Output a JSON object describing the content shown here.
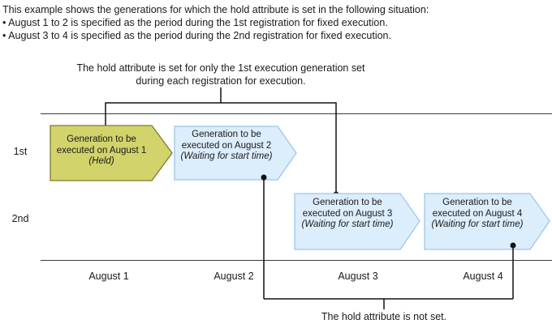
{
  "intro": {
    "line1": "This example shows the generations for which the hold attribute is set in the following situation:",
    "bullet1": "• August 1 to 2 is specified as the period during the 1st registration for fixed execution.",
    "bullet2": "• August 3 to 4 is specified as the period during the 2nd registration for fixed execution."
  },
  "top_callout": {
    "line1": "The hold attribute is set for only the 1st execution generation set",
    "line2": "during each registration for execution."
  },
  "bottom_callout": {
    "text": "The hold attribute is not set."
  },
  "row_labels": {
    "first": "1st",
    "second": "2nd"
  },
  "timeline_labels": [
    "August 1",
    "August 2",
    "August 3",
    "August 4"
  ],
  "generations": [
    {
      "row": "1st",
      "lines": [
        "Generation to be",
        "executed on August 1"
      ],
      "status": "(Held)",
      "held": true,
      "fill": "#d2d36b",
      "border": "#7b7c31"
    },
    {
      "row": "1st",
      "lines": [
        "Generation to be",
        "executed on August 2"
      ],
      "status": "(Waiting for start time)",
      "held": false,
      "fill": "#dcedfc",
      "border": "#9dc6e8"
    },
    {
      "row": "2nd",
      "lines": [
        "Generation to be",
        "executed on August 3"
      ],
      "status": "(Waiting for start time)",
      "held": false,
      "fill": "#dcedfc",
      "border": "#9dc6e8"
    },
    {
      "row": "2nd",
      "lines": [
        "Generation to be",
        "executed on August 4"
      ],
      "status": "(Waiting for start time)",
      "held": false,
      "fill": "#dcedfc",
      "border": "#9dc6e8"
    }
  ],
  "colors": {
    "held_fill": "#d2d36b",
    "held_border": "#7b7c31",
    "waiting_fill": "#dcedfc",
    "waiting_border": "#9dc6e8",
    "line": "#1a1a1a",
    "timeline": "#3c3c3c"
  }
}
